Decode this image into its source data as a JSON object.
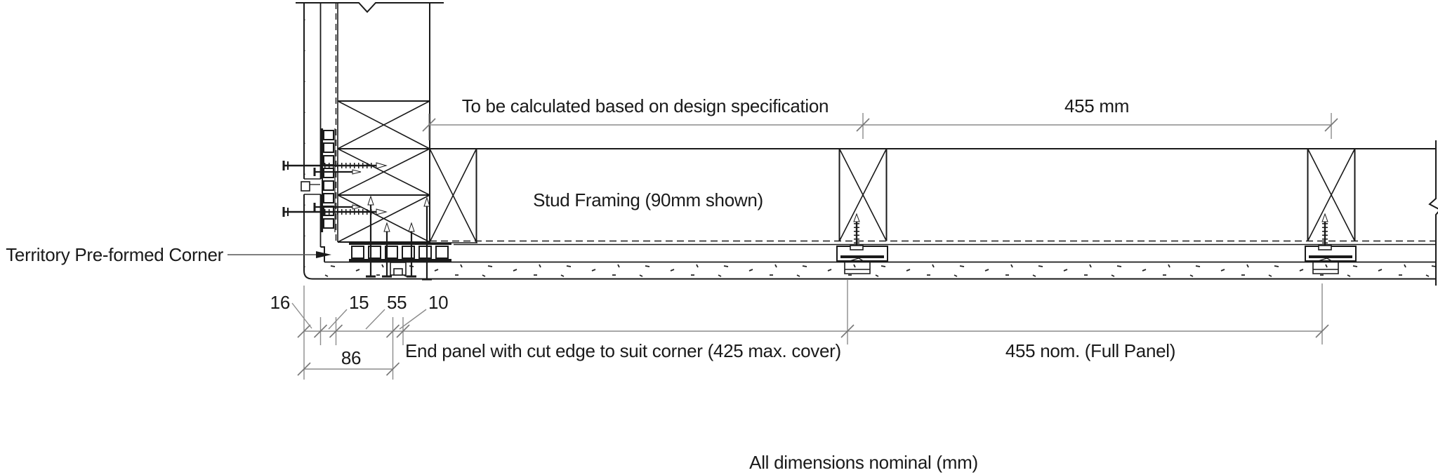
{
  "drawing": {
    "title_note": "All dimensions nominal (mm)",
    "labels": {
      "top_dim_left": "To be calculated based on design specification",
      "top_dim_right": "455 mm",
      "stud_framing": "Stud Framing (90mm shown)",
      "corner": "Territory Pre-formed Corner",
      "end_panel": "End panel with cut edge to suit corner (425 max. cover)",
      "full_panel": "455 nom. (Full Panel)"
    },
    "dimensions": {
      "cladding_thickness": "16",
      "cavity_batten": "15",
      "corner_leg": "55",
      "joint_gap": "10",
      "corner_cover_total": "86",
      "panel_module_mm": "455 mm",
      "panel_module_nom": "455"
    },
    "colors": {
      "line": "#1a1a1a",
      "dim": "#8c8c8c",
      "tick": "#777777",
      "bg": "#ffffff"
    }
  }
}
